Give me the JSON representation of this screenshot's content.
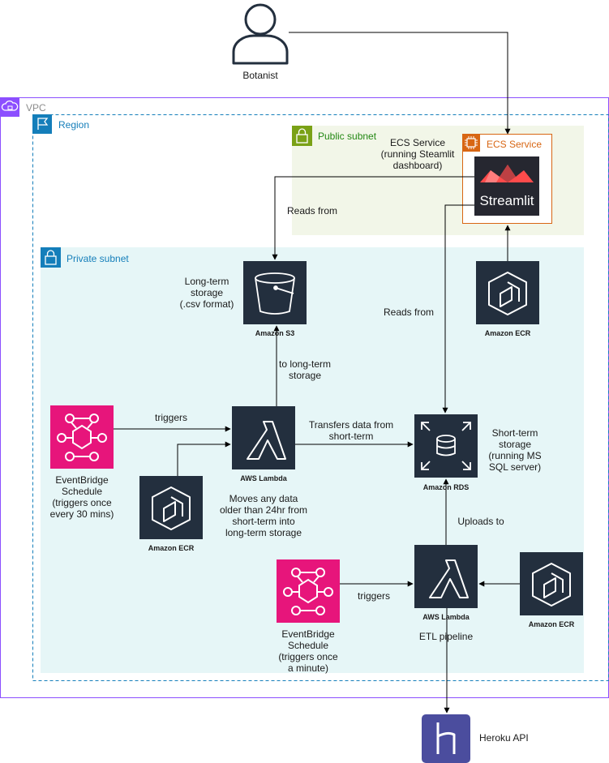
{
  "user": {
    "label": "Botanist"
  },
  "groups": {
    "vpc": "VPC",
    "region": "Region",
    "public_subnet": "Public subnet",
    "private_subnet": "Private subnet",
    "ecs_service_box": "ECS Service"
  },
  "nodes": {
    "streamlit": {
      "text": "Streamlit"
    },
    "ecs_note": "ECS Service\n(running Steamlit\ndashboard)",
    "s3": {
      "caption": "Amazon S3",
      "note": "Long-term\nstorage\n(.csv format)"
    },
    "ecr_top": {
      "caption": "Amazon ECR"
    },
    "ecr_mid": {
      "caption": "Amazon ECR"
    },
    "ecr_bottom": {
      "caption": "Amazon ECR"
    },
    "lambda_archive": {
      "caption": "AWS Lambda",
      "note": "Moves any data\nolder than 24hr from\nshort-term into\nlong-term storage"
    },
    "lambda_etl": {
      "caption": "AWS Lambda",
      "note": "ETL pipeline"
    },
    "rds": {
      "caption": "Amazon RDS",
      "note": "Short-term\nstorage\n(running MS\nSQL server)"
    },
    "eventbridge_30": {
      "note": "EventBridge\nSchedule\n(triggers once\nevery 30 mins)"
    },
    "eventbridge_1": {
      "note": "EventBridge\nSchedule\n(triggers once\na minute)"
    },
    "heroku": {
      "note": "Heroku API"
    }
  },
  "edges": {
    "reads_from_s3": "Reads from",
    "reads_from_rds": "Reads from",
    "to_long_term": "to long-term\nstorage",
    "triggers_30": "triggers",
    "transfers": "Transfers data from\nshort-term",
    "uploads_to": "Uploads to",
    "triggers_1": "triggers"
  },
  "colors": {
    "vpc": "#8c4fff",
    "region": "#147eba",
    "public_subnet_fill": "#f2f6e8",
    "public_subnet_label": "#248814",
    "private_subnet_fill": "#e6f6f7",
    "private_subnet_label": "#147eba",
    "ecs_orange": "#d86613",
    "eventbridge": "#e7157b",
    "aws_dark": "#232f3e",
    "heroku": "#4b4d9e",
    "streamlit_red": "#ff4b4b"
  }
}
